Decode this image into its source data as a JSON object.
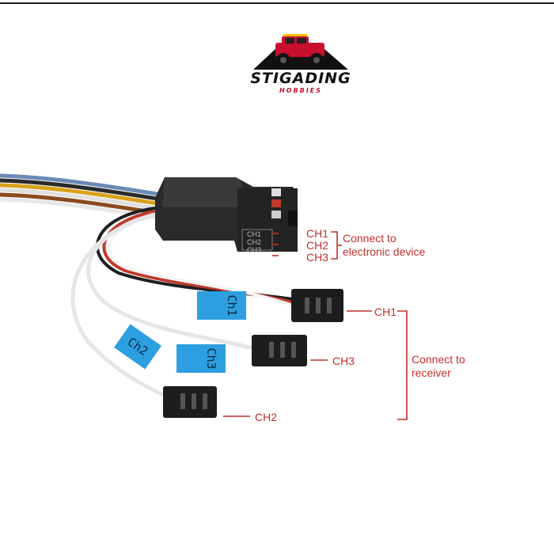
{
  "brand": {
    "name": "STIGADING",
    "sub": "HOBBIES",
    "accent_color": "#c8102e"
  },
  "device": {
    "port_labels": [
      "CH1",
      "CH2",
      "CH3"
    ]
  },
  "output_labels": {
    "ch1": "CH1",
    "ch2": "CH2",
    "ch3": "CH3",
    "connect_device": [
      "Connect to",
      "electronic device"
    ]
  },
  "input_labels": {
    "ch1": "CH1",
    "ch3": "CH3",
    "ch2": "CH2",
    "connect_receiver": [
      "Connect to",
      "receiver"
    ]
  },
  "wire_tags": {
    "ch1": "Ch1",
    "ch2": "Ch2",
    "ch3": "Ch3"
  },
  "colors": {
    "label_red": "#c0302b",
    "tag_blue": "#2d9fe0",
    "module_black": "#2a2a2a"
  }
}
